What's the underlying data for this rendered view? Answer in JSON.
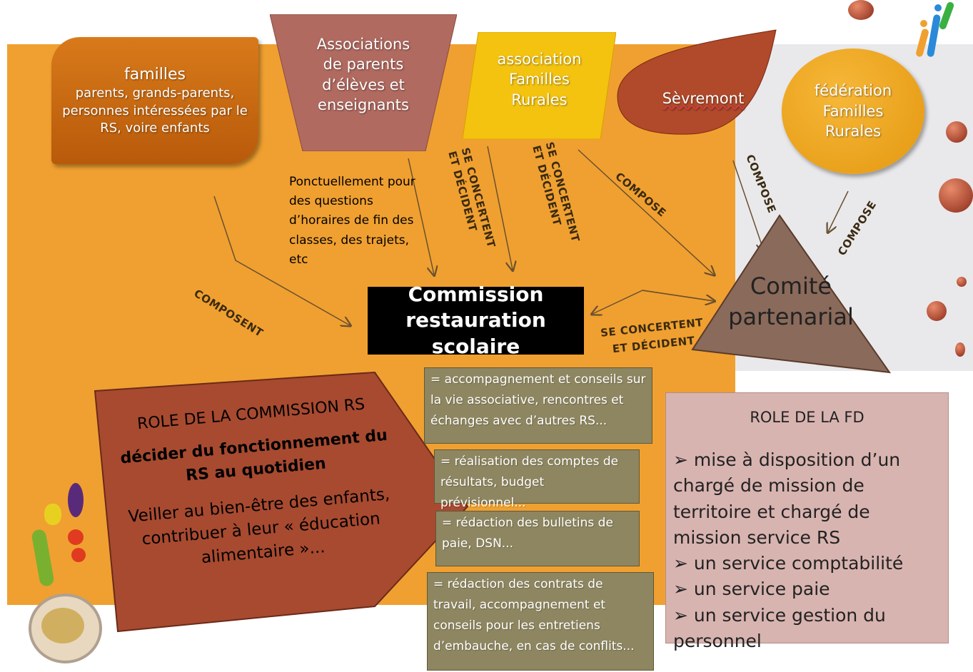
{
  "nodes": {
    "familles": {
      "title": "familles",
      "lines": [
        "parents, grands-parents,",
        "personnes intéressées par le",
        "RS, voire enfants"
      ]
    },
    "assoc_parents": {
      "lines": [
        "Associations",
        "de parents",
        "d’élèves et",
        "enseignants"
      ]
    },
    "assoc_familles_rurales": {
      "lines": [
        "association",
        "Familles",
        "Rurales"
      ]
    },
    "sevremont": {
      "label": "Sèvremont"
    },
    "federation": {
      "lines": [
        "fédération",
        "Familles",
        "Rurales"
      ]
    },
    "comite": {
      "lines": [
        "Comité",
        "partenarial"
      ]
    },
    "commission": {
      "lines": [
        "Commission",
        "restauration scolaire"
      ]
    }
  },
  "ponctuellement": {
    "lines": [
      "Ponctuellement pour",
      "des questions",
      "d’horaires de fin des",
      "classes, des trajets,",
      "etc"
    ]
  },
  "edge_labels": {
    "composent": "COMPOSENT",
    "se_concertent_1": [
      "SE CONCERTENT",
      "ET DÉCIDENT"
    ],
    "se_concertent_2": [
      "SE CONCERTENT",
      "ET DÉCIDENT"
    ],
    "compose_sevremont": "COMPOSE",
    "compose_vertical": "COMPOSE",
    "compose_federation": "COMPOSE",
    "se_concertent_comite": [
      "SE CONCERTENT",
      "ET DÉCIDENT"
    ]
  },
  "role_rs": {
    "title": "ROLE DE LA COMMISSION RS",
    "subtitle": "décider du fonctionnement du RS au quotidien",
    "description": "Veiller au bien-être des enfants, contribuer à leur « éducation alimentaire »..."
  },
  "services": [
    "= accompagnement et conseils sur la vie associative, rencontres et échanges avec d’autres RS...",
    "= réalisation des comptes de résultats, budget prévisionnel...",
    "= rédaction des bulletins de paie, DSN...",
    "= rédaction des contrats de travail, accompagnement et conseils pour les entretiens d’embauche, en cas de conflits..."
  ],
  "role_fd": {
    "title": "ROLE DE LA FD",
    "items": [
      "mise à disposition d’un chargé de mission de territoire et chargé de mission service RS",
      "un service comptabilité",
      "un service paie",
      "un service gestion du personnel"
    ]
  },
  "colors": {
    "orange_bg": "#f0a030",
    "commission_bg": "#000000",
    "service_box": "#8e8660",
    "role_fd_bg": "#d8b4b0",
    "role_rs_bg": "#a84a30"
  }
}
